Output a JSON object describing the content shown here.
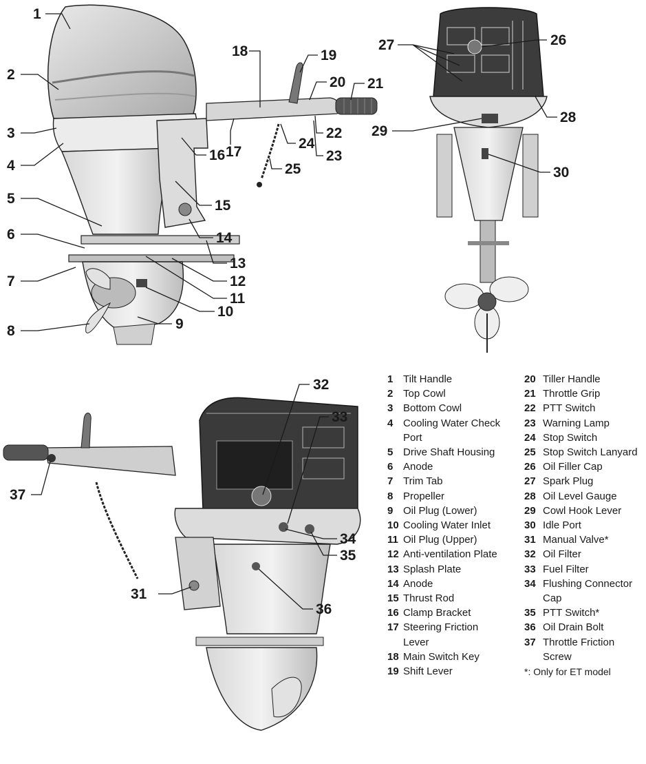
{
  "callouts": {
    "c1": "1",
    "c2": "2",
    "c3": "3",
    "c4": "4",
    "c5": "5",
    "c6": "6",
    "c7": "7",
    "c8": "8",
    "c9": "9",
    "c10": "10",
    "c11": "11",
    "c12": "12",
    "c13": "13",
    "c14": "14",
    "c15": "15",
    "c16": "16",
    "c17": "17",
    "c18": "18",
    "c19": "19",
    "c20": "20",
    "c21": "21",
    "c22": "22",
    "c23": "23",
    "c24": "24",
    "c25": "25",
    "c26": "26",
    "c27": "27",
    "c28": "28",
    "c29": "29",
    "c30": "30",
    "c31": "31",
    "c32": "32",
    "c33": "33",
    "c34": "34",
    "c35": "35",
    "c36": "36",
    "c37": "37"
  },
  "legend_left": [
    {
      "num": "1",
      "label": "Tilt Handle"
    },
    {
      "num": "2",
      "label": "Top Cowl"
    },
    {
      "num": "3",
      "label": "Bottom Cowl"
    },
    {
      "num": "4",
      "label": "Cooling Water Check Port"
    },
    {
      "num": "5",
      "label": "Drive Shaft Housing"
    },
    {
      "num": "6",
      "label": "Anode"
    },
    {
      "num": "7",
      "label": "Trim Tab"
    },
    {
      "num": "8",
      "label": "Propeller"
    },
    {
      "num": "9",
      "label": "Oil Plug (Lower)"
    },
    {
      "num": "10",
      "label": "Cooling Water Inlet"
    },
    {
      "num": "11",
      "label": "Oil Plug (Upper)"
    },
    {
      "num": "12",
      "label": "Anti-ventilation Plate"
    },
    {
      "num": "13",
      "label": "Splash Plate"
    },
    {
      "num": "14",
      "label": "Anode"
    },
    {
      "num": "15",
      "label": "Thrust Rod"
    },
    {
      "num": "16",
      "label": "Clamp Bracket"
    },
    {
      "num": "17",
      "label": "Steering Friction Lever"
    },
    {
      "num": "18",
      "label": "Main Switch Key"
    },
    {
      "num": "19",
      "label": "Shift Lever"
    }
  ],
  "legend_right": [
    {
      "num": "20",
      "label": "Tiller Handle"
    },
    {
      "num": "21",
      "label": "Throttle Grip"
    },
    {
      "num": "22",
      "label": "PTT Switch"
    },
    {
      "num": "23",
      "label": "Warning Lamp"
    },
    {
      "num": "24",
      "label": "Stop Switch"
    },
    {
      "num": "25",
      "label": "Stop Switch Lanyard"
    },
    {
      "num": "26",
      "label": "Oil Filler Cap"
    },
    {
      "num": "27",
      "label": "Spark Plug"
    },
    {
      "num": "28",
      "label": "Oil Level Gauge"
    },
    {
      "num": "29",
      "label": "Cowl Hook Lever"
    },
    {
      "num": "30",
      "label": "Idle Port"
    },
    {
      "num": "31",
      "label": "Manual Valve*"
    },
    {
      "num": "32",
      "label": "Oil Filter"
    },
    {
      "num": "33",
      "label": "Fuel Filter"
    },
    {
      "num": "34",
      "label": "Flushing Connector Cap"
    },
    {
      "num": "35",
      "label": "PTT Switch*"
    },
    {
      "num": "36",
      "label": "Oil Drain Bolt"
    },
    {
      "num": "37",
      "label": "Throttle Friction Screw"
    }
  ],
  "footnote": "*: Only for ET model"
}
